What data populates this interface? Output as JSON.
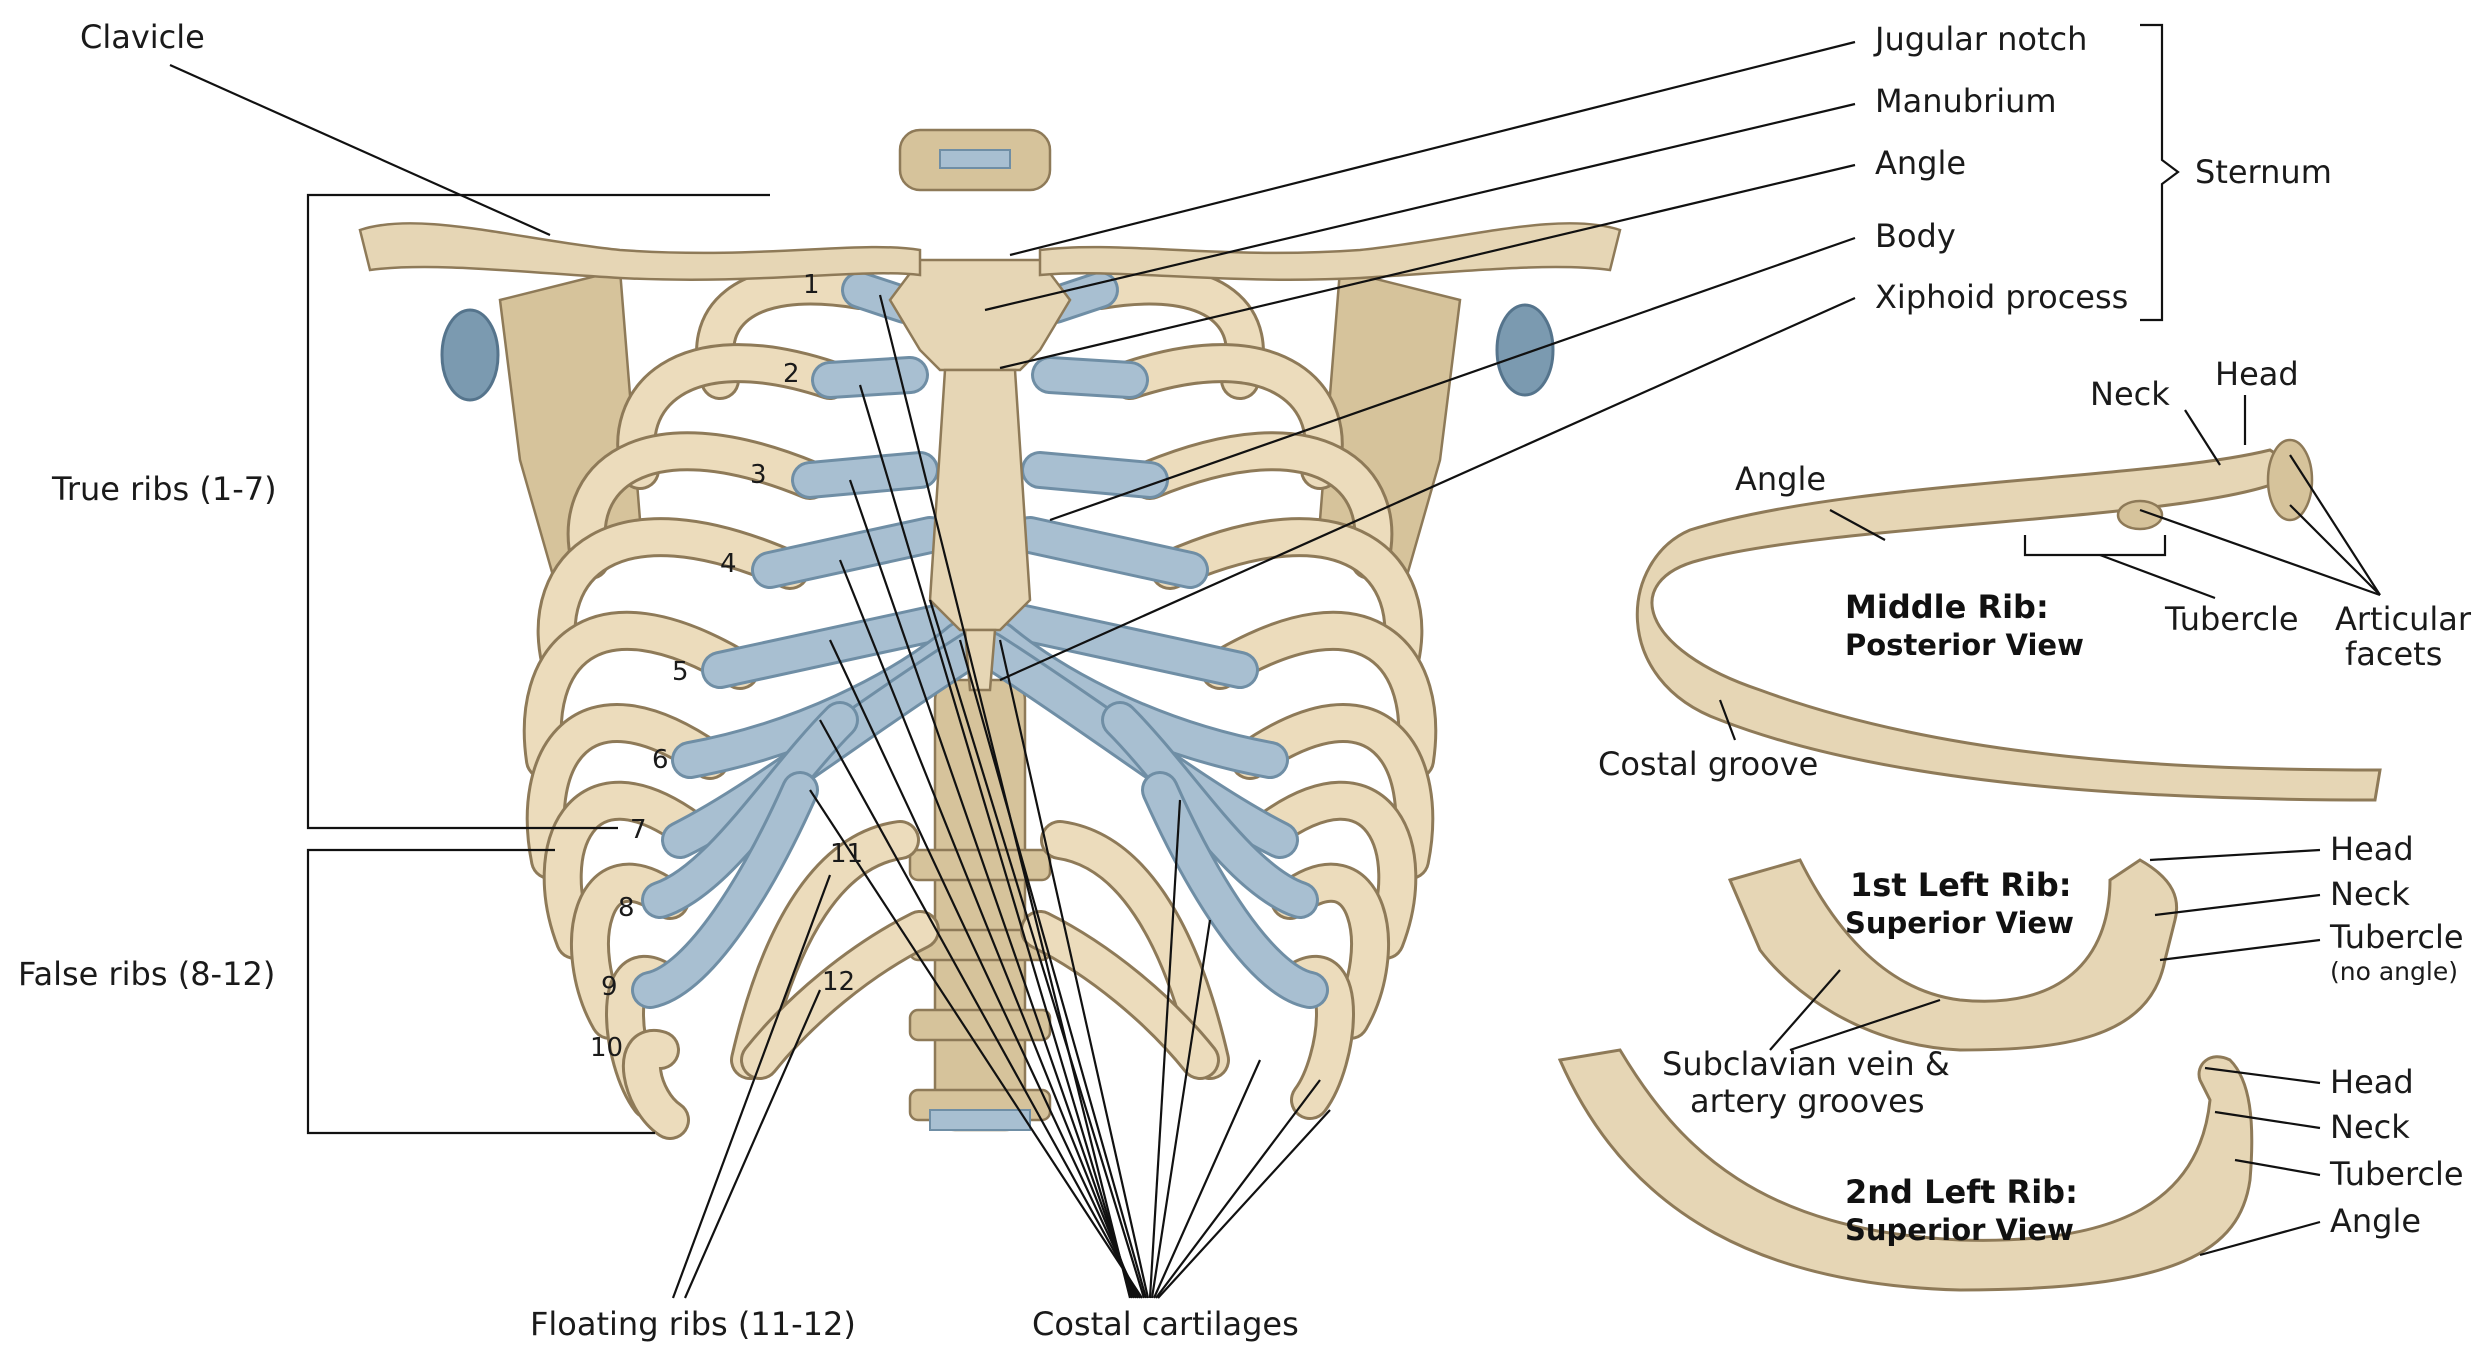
{
  "labels": {
    "clavicle": "Clavicle",
    "jugular_notch": "Jugular notch",
    "manubrium": "Manubrium",
    "angle": "Angle",
    "body": "Body",
    "xiphoid": "Xiphoid process",
    "sternum": "Sternum",
    "true_ribs": "True ribs (1-7)",
    "false_ribs": "False ribs (8-12)",
    "floating_ribs": "Floating ribs (11-12)",
    "costal_cartilages": "Costal cartilages"
  },
  "rib_numbers": [
    "1",
    "2",
    "3",
    "4",
    "5",
    "6",
    "7",
    "8",
    "9",
    "10",
    "11",
    "12"
  ],
  "middle_rib": {
    "title": "Middle Rib:",
    "subtitle": "Posterior View",
    "neck": "Neck",
    "head": "Head",
    "angle": "Angle",
    "tubercle": "Tubercle",
    "articular": "Articular",
    "facets": "facets",
    "costal_groove": "Costal groove"
  },
  "first_rib": {
    "title": "1st Left Rib:",
    "subtitle": "Superior View",
    "head": "Head",
    "neck": "Neck",
    "tubercle": "Tubercle",
    "no_angle": "(no angle)",
    "subclavian_1": "Subclavian vein &",
    "subclavian_2": "artery grooves"
  },
  "second_rib": {
    "title": "2nd Left Rib:",
    "subtitle": "Superior View",
    "head": "Head",
    "neck": "Neck",
    "tubercle": "Tubercle",
    "angle": "Angle"
  },
  "colors": {
    "bone": "#e6d6b5",
    "cartilage": "#a8bfd1",
    "outline": "#8e7a58"
  }
}
